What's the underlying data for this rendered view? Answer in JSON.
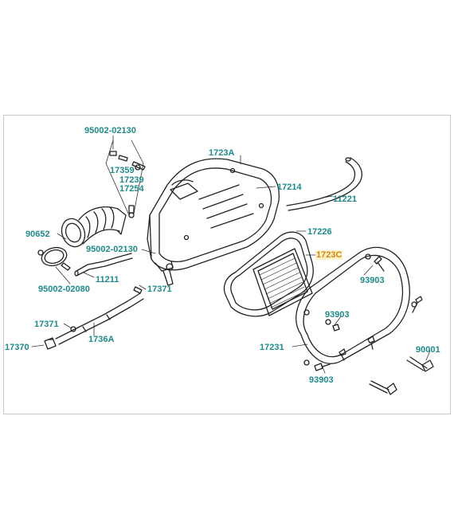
{
  "diagram": {
    "type": "exploded-parts-diagram",
    "label_color": "#1f8a8a",
    "highlight_color": "#d08a10",
    "highlight_bg": "#fff1cc",
    "labels": [
      {
        "id": "95002-02130-top",
        "text": "95002-02130"
      },
      {
        "id": "17359",
        "text": "17359"
      },
      {
        "id": "17239",
        "text": "17239"
      },
      {
        "id": "17254",
        "text": "17254"
      },
      {
        "id": "1723A",
        "text": "1723A"
      },
      {
        "id": "17214",
        "text": "17214"
      },
      {
        "id": "11221",
        "text": "11221"
      },
      {
        "id": "90652",
        "text": "90652"
      },
      {
        "id": "17226",
        "text": "17226"
      },
      {
        "id": "95002-02130-mid",
        "text": "95002-02130"
      },
      {
        "id": "1723C",
        "text": "1723C",
        "highlighted": true
      },
      {
        "id": "11211",
        "text": "11211"
      },
      {
        "id": "93903-right",
        "text": "93903"
      },
      {
        "id": "95002-02080",
        "text": "95002-02080"
      },
      {
        "id": "17371-right",
        "text": "17371"
      },
      {
        "id": "17371-left",
        "text": "17371"
      },
      {
        "id": "93903-mid",
        "text": "93903"
      },
      {
        "id": "1736A",
        "text": "1736A"
      },
      {
        "id": "17370",
        "text": "17370"
      },
      {
        "id": "17231",
        "text": "17231"
      },
      {
        "id": "90001",
        "text": "90001"
      },
      {
        "id": "93903-bottom",
        "text": "93903"
      }
    ]
  }
}
